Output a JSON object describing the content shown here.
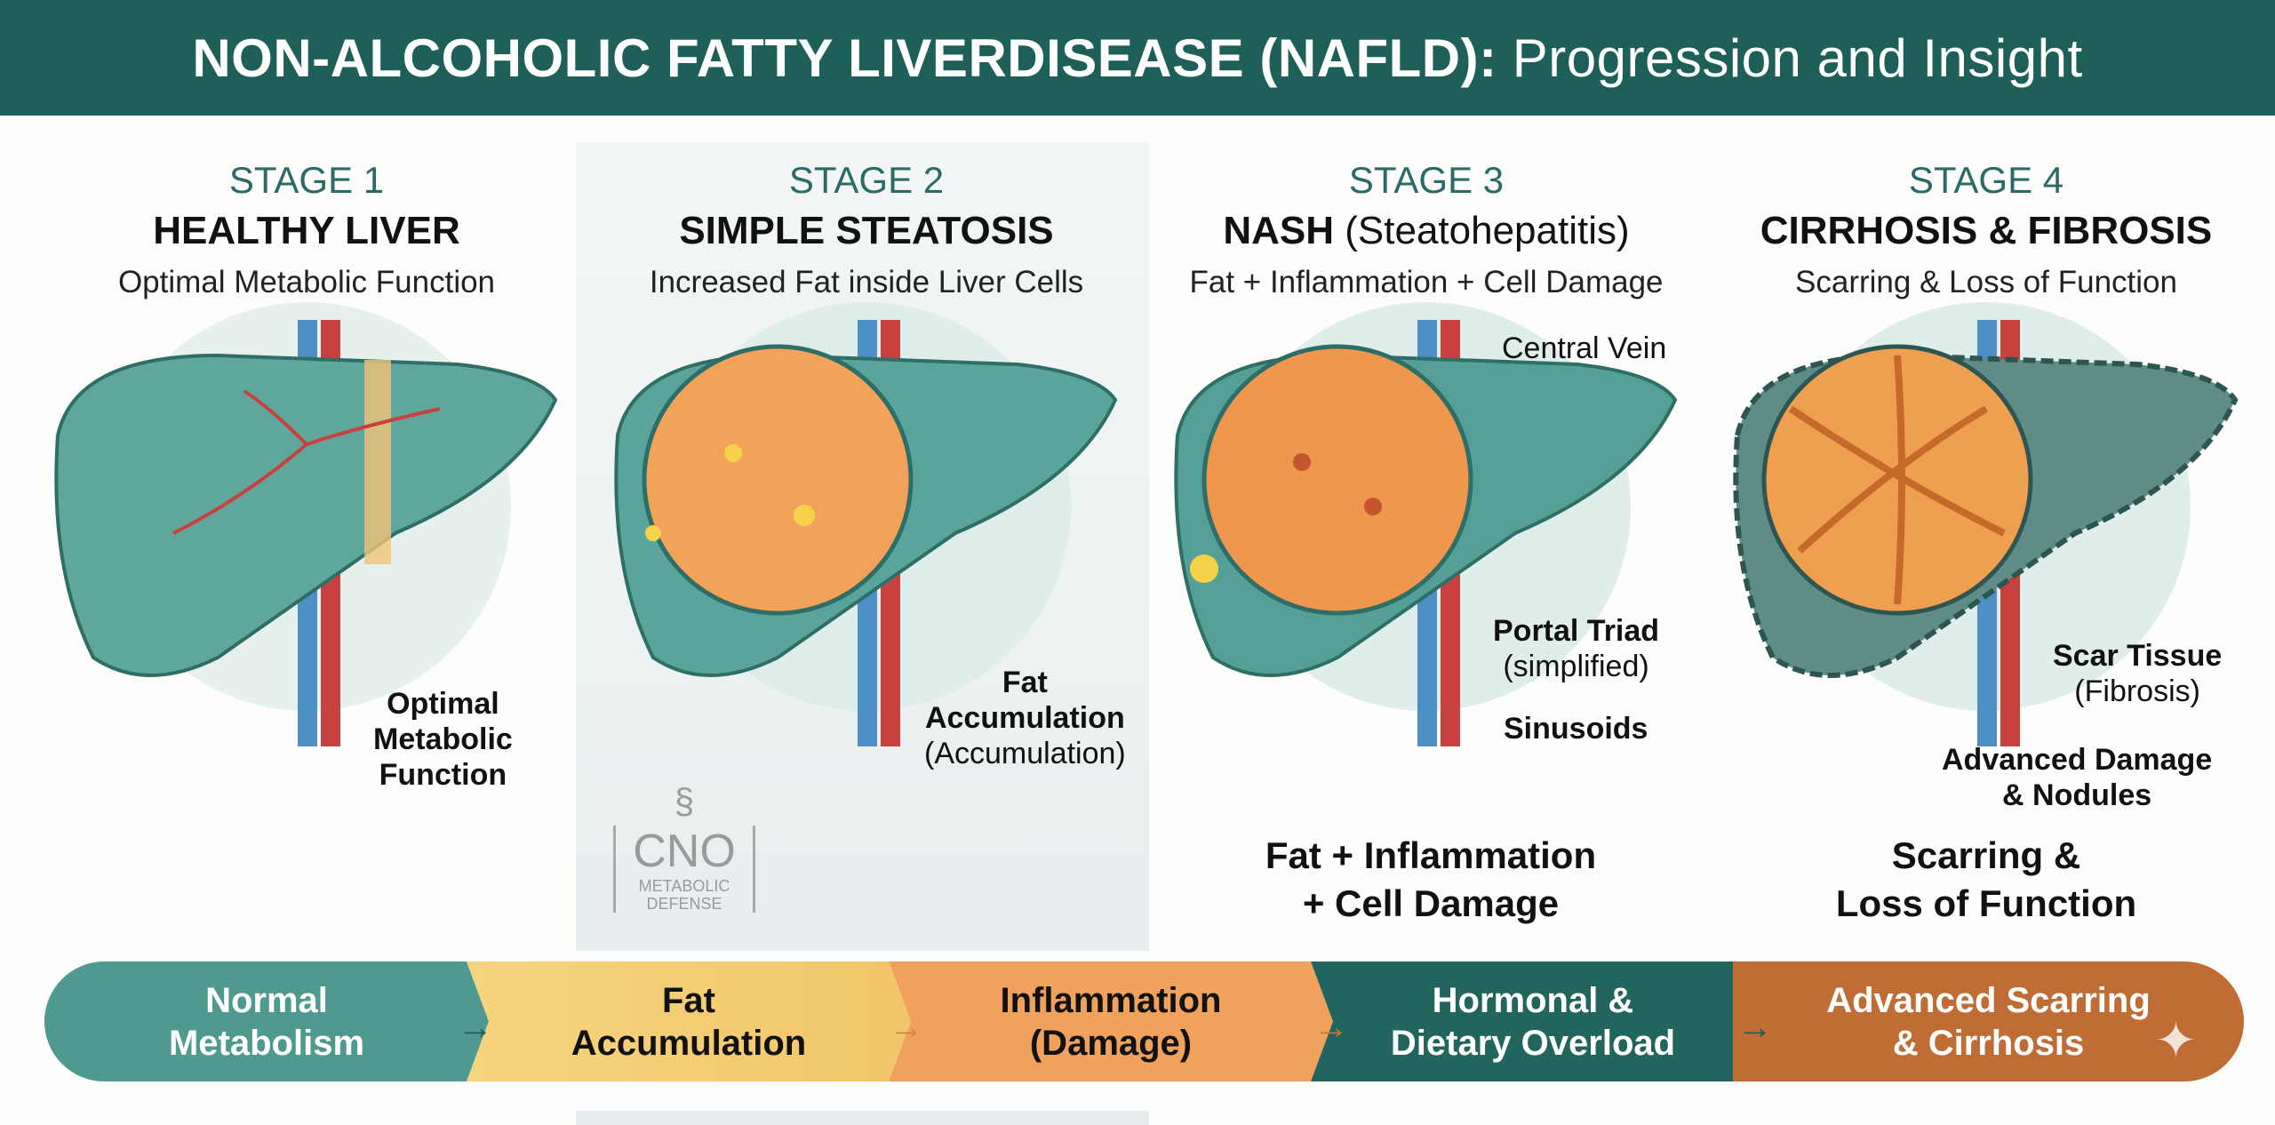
{
  "title": {
    "bold": "NON-ALCOHOLIC FATTY LIVERDISEASE (NAFLD):",
    "normal": " Progression and Insight"
  },
  "stages": [
    {
      "stage": "STAGE 1",
      "name": "HEALTHY LIVER",
      "name_extra": "",
      "subtitle": "Optimal Metabolic Function",
      "fill": "#5fa79d"
    },
    {
      "stage": "STAGE 2",
      "name": "SIMPLE STEATOSIS",
      "name_extra": "",
      "subtitle": "Increased Fat inside Liver Cells",
      "fill": "#5aa59b"
    },
    {
      "stage": "STAGE 3",
      "name": "NASH",
      "name_extra": " (Steatohepatitis)",
      "subtitle": "Fat + Inflammation + Cell Damage",
      "fill": "#55a096"
    },
    {
      "stage": "STAGE 4",
      "name": "CIRRHOSIS & FIBROSIS",
      "name_extra": "",
      "subtitle": "Scarring & Loss of Function",
      "fill": "#5e8c86"
    }
  ],
  "labels": {
    "s1": [
      "Optimal",
      "Metabolic",
      "Function"
    ],
    "s2": {
      "bold1": "Fat",
      "bold2": "Accumulation",
      "normal": "(Accumulation)"
    },
    "s3": {
      "central_vein": "Central Vein",
      "portal_triad": "Portal Triad",
      "portal_note": "(simplified)",
      "sinusoids": "Sinusoids",
      "summary1": "Fat + Inflammation",
      "summary2": "+ Cell Damage"
    },
    "s4": {
      "scar": "Scar Tissue",
      "scar_note": "(Fibrosis)",
      "adv1": "Advanced Damage",
      "adv2": "& Nodules",
      "summary1": "Scarring &",
      "summary2": "Loss of Function"
    }
  },
  "watermark": {
    "line1": "CNO",
    "line2": "METABOLIC",
    "line3": "DEFENSE"
  },
  "progression": [
    {
      "line1": "Normal",
      "line2": "Metabolism",
      "color": "#4e9990",
      "text": "#ffffff"
    },
    {
      "line1": "Fat",
      "line2": "Accumulation",
      "color": "#f3d17a",
      "text": "#111111"
    },
    {
      "line1": "Inflammation",
      "line2": "(Damage)",
      "color": "#f0a25c",
      "text": "#111111"
    },
    {
      "line1": "Hormonal &",
      "line2": "Dietary Overload",
      "color": "#22655f",
      "text": "#ffffff"
    },
    {
      "line1": "Advanced Scarring",
      "line2": "& Cirrhosis",
      "color": "#bf6d34",
      "text": "#ffffff"
    }
  ]
}
